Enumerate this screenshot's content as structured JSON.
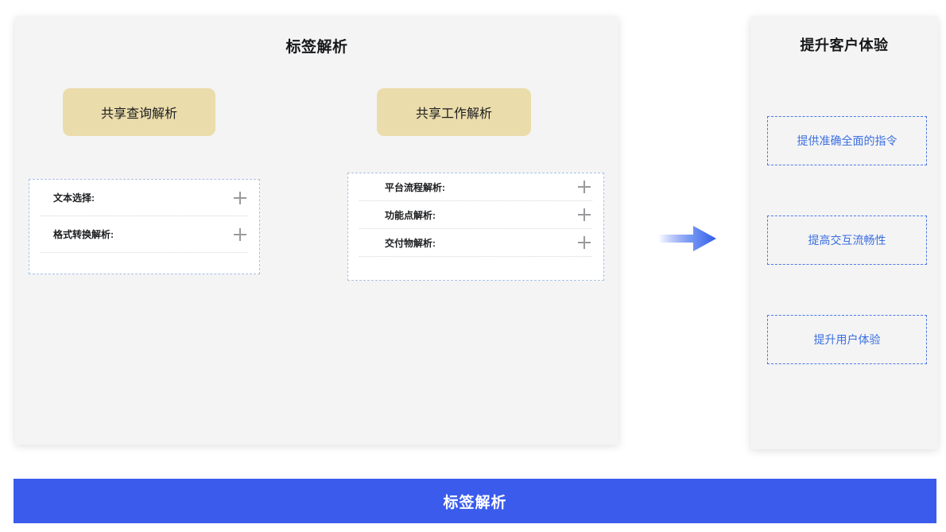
{
  "colors": {
    "panel_bg": "#f4f4f5",
    "pill": "#ebdcab",
    "dashed_blue": "#4c7ae4",
    "goal_text": "#3b6fe0",
    "banner": "#3b5bed",
    "card_dashed": "#a8c2e2",
    "plus": "#9a9a9d"
  },
  "left_panel": {
    "title": "标签解析",
    "buttons": [
      {
        "label": "共享查询解析",
        "name": "shared-query-parse"
      },
      {
        "label": "共享工作解析",
        "name": "shared-work-parse"
      }
    ],
    "cards": [
      {
        "name": "query-parse-card",
        "rows": [
          {
            "label": "文本选择:",
            "action": "add"
          },
          {
            "label": "格式转换解析:",
            "action": "add"
          }
        ]
      },
      {
        "name": "work-parse-card",
        "rows": [
          {
            "label": "平台流程解析:",
            "action": "add"
          },
          {
            "label": "功能点解析:",
            "action": "add"
          },
          {
            "label": "交付物解析:",
            "action": "add"
          }
        ]
      }
    ]
  },
  "arrow": {
    "icon": "right-arrow-icon",
    "direction": "right"
  },
  "right_panel": {
    "title": "提升客户体验",
    "goals": [
      {
        "label": "提供准确全面的指令"
      },
      {
        "label": "提高交互流畅性"
      },
      {
        "label": "提升用户体验"
      }
    ]
  },
  "banner": {
    "label": "标签解析"
  }
}
